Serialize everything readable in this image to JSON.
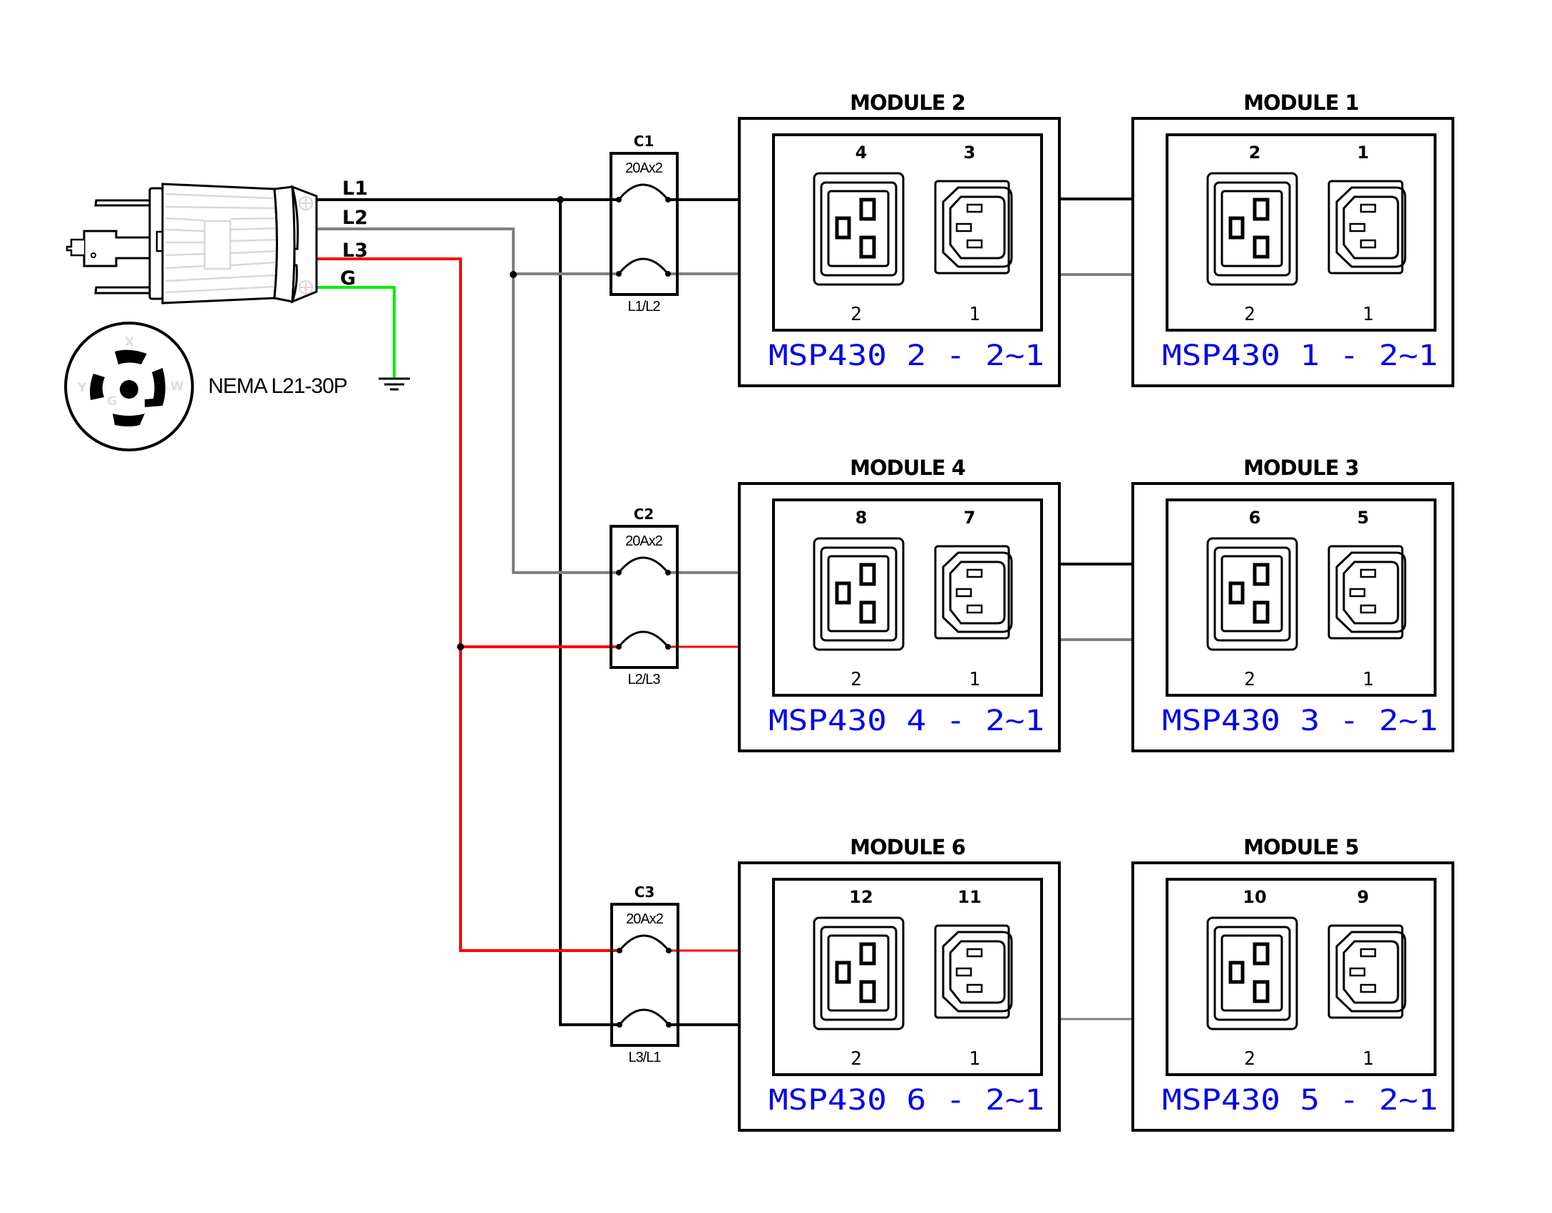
{
  "title": "MSP430 modules power distribution wiring diagram",
  "colors": {
    "L1": "#000000",
    "L2": "#808080",
    "L3": "#ff0000",
    "G": "#00ee00",
    "module_label": "#0000ee"
  },
  "plug": {
    "type_label": "NEMA L21-30P",
    "wire_labels": [
      "L1",
      "L2",
      "L3",
      "G"
    ],
    "face_pin_letters": [
      "X",
      "Y",
      "W",
      "G"
    ],
    "ground_icon": "ground-symbol-icon"
  },
  "breakers": [
    {
      "id": "C1",
      "rating": "20Ax2",
      "phases": "L1/L2"
    },
    {
      "id": "C2",
      "rating": "20Ax2",
      "phases": "L2/L3"
    },
    {
      "id": "C3",
      "rating": "20Ax2",
      "phases": "L3/L1"
    }
  ],
  "modules": [
    {
      "title": "MODULE 2",
      "outlet_numbers": [
        "4",
        "3"
      ],
      "port_labels": [
        "2",
        "1"
      ],
      "name": "MSP430 2 - 2~1"
    },
    {
      "title": "MODULE 1",
      "outlet_numbers": [
        "2",
        "1"
      ],
      "port_labels": [
        "2",
        "1"
      ],
      "name": "MSP430 1 - 2~1"
    },
    {
      "title": "MODULE 4",
      "outlet_numbers": [
        "8",
        "7"
      ],
      "port_labels": [
        "2",
        "1"
      ],
      "name": "MSP430 4 - 2~1"
    },
    {
      "title": "MODULE 3",
      "outlet_numbers": [
        "6",
        "5"
      ],
      "port_labels": [
        "2",
        "1"
      ],
      "name": "MSP430 3 - 2~1"
    },
    {
      "title": "MODULE 6",
      "outlet_numbers": [
        "12",
        "11"
      ],
      "port_labels": [
        "2",
        "1"
      ],
      "name": "MSP430 6 - 2~1"
    },
    {
      "title": "MODULE 5",
      "outlet_numbers": [
        "10",
        "9"
      ],
      "port_labels": [
        "2",
        "1"
      ],
      "name": "MSP430 5 - 2~1"
    }
  ],
  "outlet_types": [
    "C19-outlet-icon",
    "C13-outlet-icon"
  ]
}
